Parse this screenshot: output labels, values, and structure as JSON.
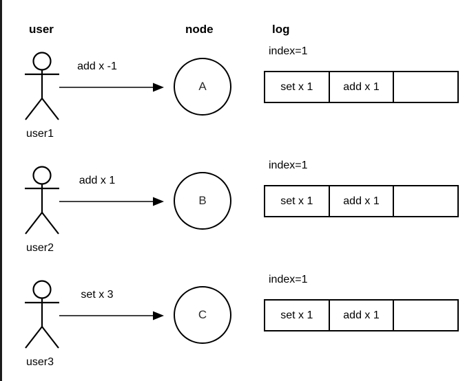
{
  "headers": {
    "user": "user",
    "node": "node",
    "log": "log"
  },
  "rows": [
    {
      "user": "user1",
      "command": "add x -1",
      "node": "A",
      "log": {
        "index_label": "index=1",
        "cells": [
          "set x 1",
          "add x 1",
          ""
        ]
      }
    },
    {
      "user": "user2",
      "command": "add x 1",
      "node": "B",
      "log": {
        "index_label": "index=1",
        "cells": [
          "set x 1",
          "add x 1",
          ""
        ]
      }
    },
    {
      "user": "user3",
      "command": "set x 3",
      "node": "C",
      "log": {
        "index_label": "index=1",
        "cells": [
          "set x 1",
          "add x 1",
          ""
        ]
      }
    }
  ],
  "icons": {
    "stick_figure": "person-stick-figure-icon",
    "arrow": "right-arrow-icon"
  },
  "colors": {
    "line": "#000000",
    "background": "#ffffff",
    "text": "#000000"
  }
}
